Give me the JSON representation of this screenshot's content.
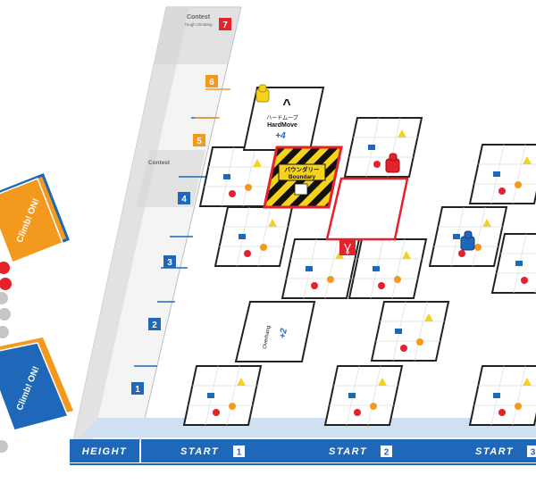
{
  "height_track": {
    "levels": [
      {
        "number": "1"
      },
      {
        "number": "2"
      },
      {
        "number": "3"
      },
      {
        "number": "4"
      },
      {
        "number": "5"
      },
      {
        "number": "6"
      },
      {
        "number": "7"
      }
    ],
    "contest_label_top": "Contest",
    "contest_sub_top": "Tough Climbing",
    "contest_label_mid": "Contest"
  },
  "bottom_bar": {
    "height_label": "HEIGHT",
    "start_label": "START",
    "starts": [
      "1",
      "2",
      "3"
    ]
  },
  "cards": [
    {
      "text": "Climb! ON!",
      "color": "#f39a1e"
    },
    {
      "text": "Climb! ON!",
      "color": "#1f67b8"
    }
  ],
  "special_tiles": {
    "hardmove_jp": "ハードムーブ",
    "hardmove_en": "HardMove",
    "hardmove_value": "+4",
    "boundary_jp": "バウンダリー",
    "boundary_en": "Boundary",
    "overhang_value": "+2",
    "overhang_label": "Overhang"
  },
  "colors": {
    "track_grey": "#9a9a9a",
    "blue": "#1f67b8",
    "orange": "#f39a1e",
    "red": "#e3222b",
    "yellow": "#f5d21e"
  }
}
